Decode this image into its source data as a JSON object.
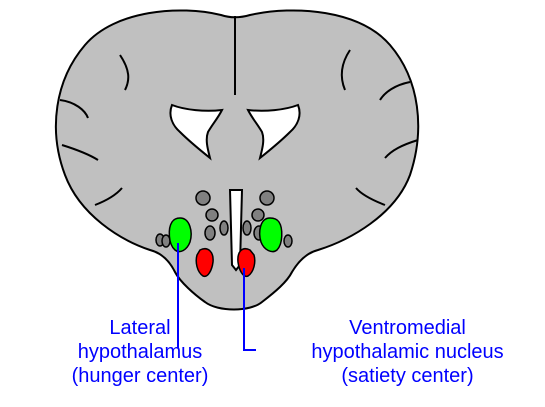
{
  "colors": {
    "brain_fill": "#c0c0c0",
    "outline": "#000000",
    "nucleus_gray": "#808080",
    "lateral_hypothalamus": "#00ff00",
    "ventromedial_nucleus": "#ff0000",
    "label_color": "#0000ff"
  },
  "labels": {
    "lateral": {
      "line1": "Lateral",
      "line2": "hypothalamus",
      "line3": "(hunger center)"
    },
    "ventromedial": {
      "line1": "Ventromedial",
      "line2": "hypothalamic nucleus",
      "line3": "(satiety center)"
    }
  }
}
